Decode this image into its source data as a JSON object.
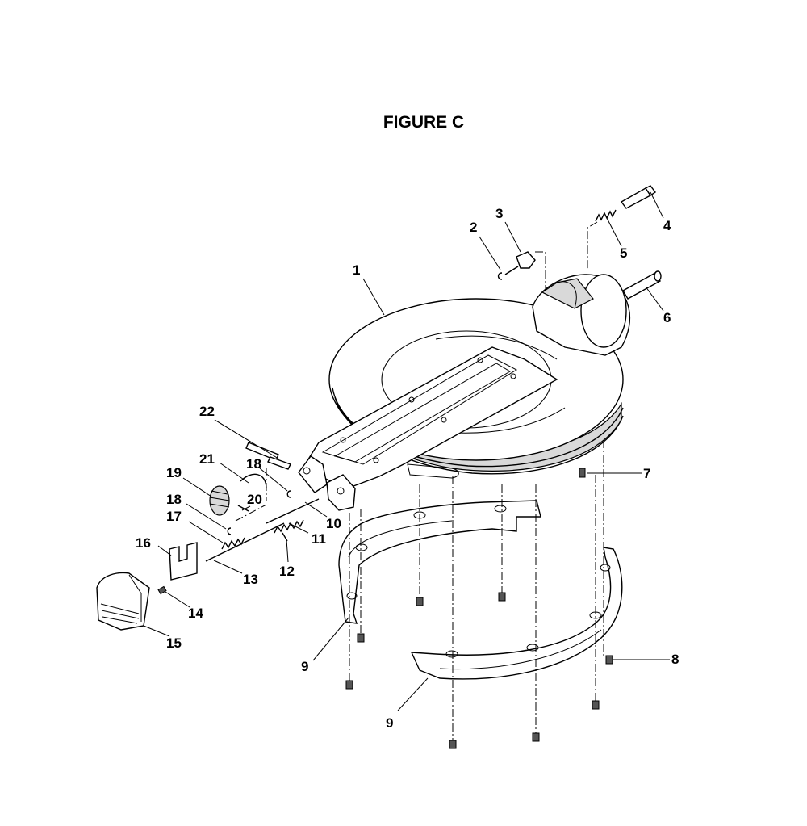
{
  "figure": {
    "title": "FIGURE C"
  },
  "callouts": {
    "c1": "1",
    "c2": "2",
    "c3": "3",
    "c4": "4",
    "c5": "5",
    "c6": "6",
    "c7": "7",
    "c8": "8",
    "c9a": "9",
    "c9b": "9",
    "c10": "10",
    "c11": "11",
    "c12": "12",
    "c13": "13",
    "c14": "14",
    "c15": "15",
    "c16": "16",
    "c17": "17",
    "c18a": "18",
    "c18b": "18",
    "c19": "19",
    "c20": "20",
    "c21": "21",
    "c22": "22"
  }
}
